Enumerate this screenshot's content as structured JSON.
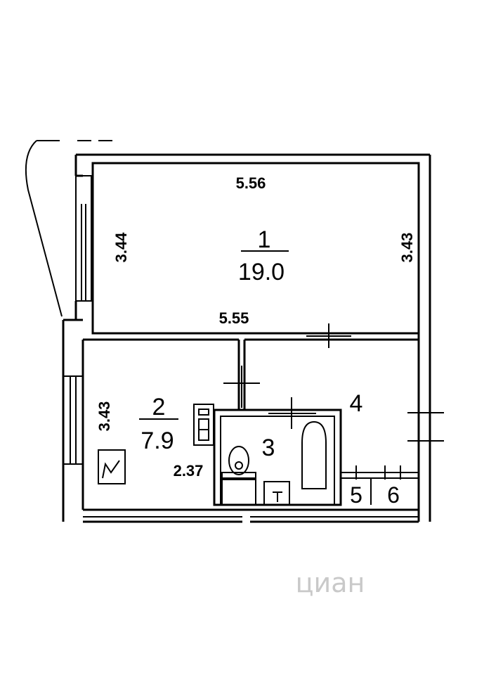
{
  "rooms": {
    "room1": {
      "number": "1",
      "area": "19.0"
    },
    "room2": {
      "number": "2",
      "area": "7.9"
    },
    "room3": {
      "number": "3"
    },
    "room4": {
      "number": "4"
    },
    "room5": {
      "number": "5"
    },
    "room6": {
      "number": "6"
    }
  },
  "dimensions": {
    "room1_top": "5.56",
    "room1_bottom": "5.55",
    "room1_left": "3.44",
    "room1_right": "3.43",
    "room2_left": "3.43",
    "room2_bottom": "2.37"
  },
  "watermark": {
    "text": "циан"
  }
}
